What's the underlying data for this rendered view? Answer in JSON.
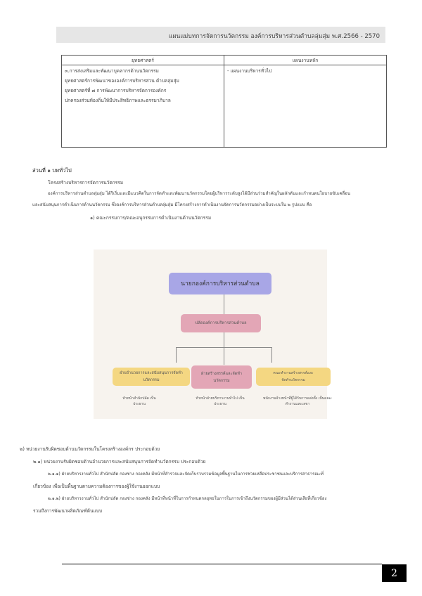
{
  "header": {
    "title": "แผนแม่บทการจัดการนวัตกรรม องค์การบริหารส่วนตำบลลุ่มสุ่ม พ.ศ.2566 - 2570"
  },
  "table": {
    "headers": [
      "ยุทธศาสตร์",
      "แผนงานหลัก"
    ],
    "strategy_lines": [
      "๓.การส่งเสริมและพัฒนาบุคลากรด้านนวัตกรรม",
      "ยุทธศาสตร์การพัฒนาขององค์การบริหารส่วน ตำบลลุ่มสุ่ม",
      "ยุทธศาสตร์ที่ ๗  การพัฒนาการบริหารจัดการองค์กร",
      "ปกครองส่วนท้องถิ่นให้มีประสิทธิภาพและธรรมาภิบาล"
    ],
    "plan": "- แผนงานบริหารทั่วไป"
  },
  "section1": {
    "heading": "ส่วนที่ ๑  บททั่วไป",
    "subheading": "โครงสร้างบริหารการจัดการนวัตกรรม",
    "para_line1": "องค์การบริหารส่วนตำบลลุ่มสุ่ม  ได้ริเริ่มและมีแนวคิดในการจัดทำและพัฒนานวัตกรรมโดยผู้บริหารระดับสูงได้มีส่วนร่วมสำคัญในผลักดันและกำหนดนโยบายขับเคลื่อน",
    "para_line2": "และสนับสนุนการดำเนินการด้านนวัตกรรม  ซึ่งองค์การบริหารส่วนตำบลลุ่มสุ่ม  มีโครงสร้างการดำเนินงานจัดการนวัตกรรมอย่างเป็นระบบใน ๒ รูปแบบ  คือ",
    "item1": "๑)   คณะกรรมการ/คณะอนุกรรมการดำเนินงานด้านนวัตกรรม"
  },
  "org_chart": {
    "top": "นายกองค์การบริหารส่วนตำบล",
    "middle": "ปลัดองค์การบริหารส่วนตำบล",
    "left": "ฝ่ายอำนวยการและสนับสนุนการจัดทำนวัตกรรม",
    "center": "ฝ่ายสร้างสรรค์และจัดทำนวัตกรรม",
    "right": "คณะทำงานสร้างสรรค์และจัดทำนวัตกรรม",
    "left_caption": "หัวหน้าสำนักปลัด เป็นประธาน",
    "center_caption": "หัวหน้าฝ่ายบริหารงานทั่วไป เป็นประธาน",
    "right_caption": "พนักงานจ้างหน้าที่ผู้ได้รับการแต่งตั้ง เป็นคณะทำงานและเลขา",
    "colors": {
      "top": "#a8a6e6",
      "pink": "#e3a6b6",
      "yellow": "#f4d782"
    }
  },
  "section2": {
    "item2": "๒)  หน่วยงานรับผิดชอบด้านนวัตกรรมในโครงสร้างองค์กร  ประกอบด้วย",
    "item21": "๒.๑) หน่วยงานรับผิดชอบด้านอำนวยการและสนับสนุนการจัดทำนวัตกรรม  ประกอบด้วย",
    "item211_line1": "๒.๑.๑) ฝ่ายบริหารงานทั่วไป  สำนักปลัด  กองช่าง  กองคลัง  มีหน้าที่สำรวจและจัดเก็บรวบรวมข้อมูลพื้นฐานในการช่วยเหลือประชาชนและบริการสาธารณะที่",
    "item211_line2": "เกี่ยวข้อง เพื่อเป็นพื้นฐานตามความต้องการของผู้ใช้งานออกแบบ",
    "item212_line1": "๒.๑.๒) ฝ่ายบริหารงานทั่วไป  สำนักปลัด  กองช่าง กองคลัง  มีหน้าที่หน้าที่ในการกำหนดกลยุทธในการในการเข้าถึงนวัตกรรมของผู้มีส่วนได้ส่วนเสียที่เกี่ยวข้อง",
    "item212_line2": "รวมถึงการพัฒนาผลิตภัณฑ์ต้นแบบ"
  },
  "footer": {
    "page_number": "2"
  }
}
